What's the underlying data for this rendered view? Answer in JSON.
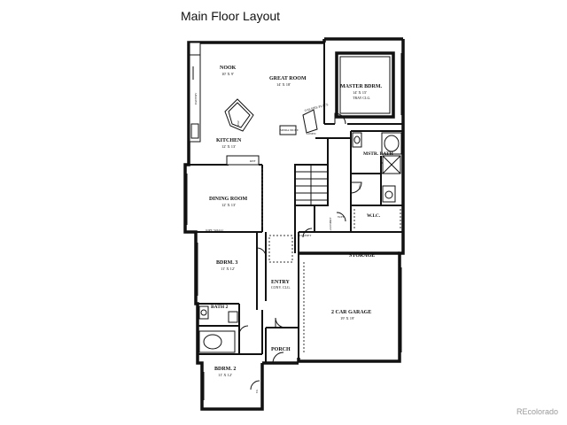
{
  "title": "Main Floor Layout",
  "watermark": "REcolorado",
  "rooms": {
    "nook": {
      "name": "NOOK",
      "size": "10' X 9'"
    },
    "great_room": {
      "name": "GREAT ROOM",
      "size": "14' X 18'"
    },
    "master_bdrm": {
      "name": "MASTER BDRM.",
      "size": "14' X 15'",
      "note": "TRAY CLG."
    },
    "kitchen": {
      "name": "KITCHEN",
      "size": "12' X 13'"
    },
    "dining_room": {
      "name": "DINING ROOM",
      "size": "12' X 13'"
    },
    "mstr_bath": {
      "name": "MSTR. BATH"
    },
    "wic": {
      "name": "W.I.C."
    },
    "bdrm3": {
      "name": "BDRM. 3",
      "size": "11' X 12'"
    },
    "entry": {
      "name": "ENTRY",
      "size": "CONV. CLG."
    },
    "garage": {
      "name": "2 CAR GARAGE",
      "size": "19' X 19'"
    },
    "bath2": {
      "name": "BATH 2"
    },
    "porch": {
      "name": "PORCH"
    },
    "bdrm2": {
      "name": "BDRM. 2",
      "size": "11' X 12'"
    },
    "storage": {
      "name": "STORAGE"
    }
  },
  "fixtures": {
    "pantry": "PANTRY",
    "fireplace": "GAS FIRE-PLACE",
    "linen": "LINEN",
    "media_niche": "MEDIA NICHE",
    "closet": "CLOSET",
    "laundry": "LAUNDRY",
    "opt_wall": "(OPT. WALL)",
    "dw": "DW",
    "ref": "REF",
    "wh": "W/H",
    "lin": "LIN.",
    "cl": "CL"
  }
}
